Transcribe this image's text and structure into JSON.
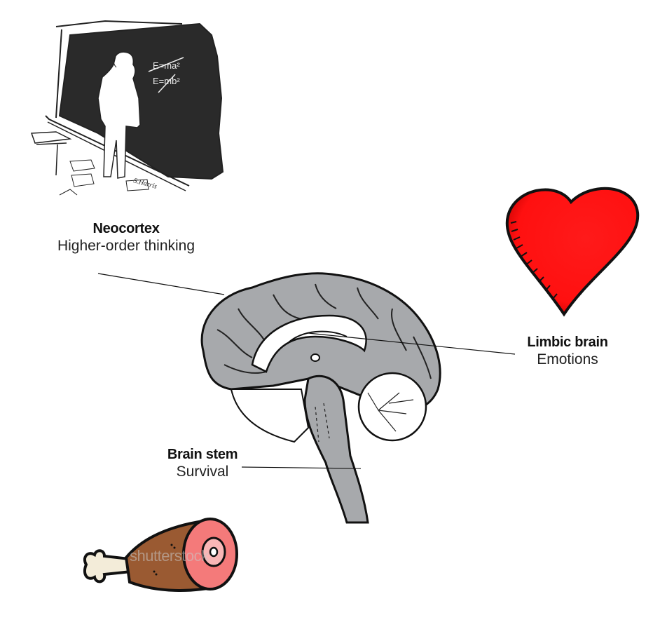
{
  "diagram": {
    "title": "Triune brain model",
    "regions": [
      {
        "id": "neocortex",
        "title": "Neocortex",
        "subtitle": "Higher-order thinking",
        "illustration": "einstein-chalkboard"
      },
      {
        "id": "limbic",
        "title": "Limbic brain",
        "subtitle": "Emotions",
        "illustration": "heart"
      },
      {
        "id": "stem",
        "title": "Brain stem",
        "subtitle": "Survival",
        "illustration": "meat-drumstick"
      }
    ],
    "chalkboard": {
      "equation_1": "E=ma²",
      "equation_2": "E=mb²",
      "signature": "S.Harris"
    },
    "watermark": "shutterstock",
    "colors": {
      "brain_gray": "#a7a9ac",
      "heart_red": "#ff1a1a",
      "meat_brown": "#9a5a32",
      "meat_pink": "#f47a7a",
      "chalkboard": "#2a2a2a"
    }
  }
}
